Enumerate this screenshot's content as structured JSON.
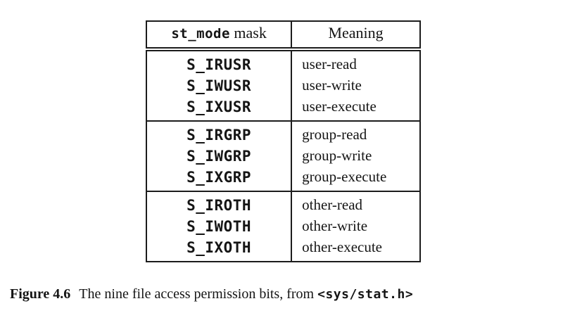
{
  "page": {
    "background_color": "#ffffff",
    "text_color": "#151515",
    "border_color": "#1c1c1c"
  },
  "table": {
    "header": {
      "mask_code": "st_mode",
      "mask_suffix": " mask",
      "meaning": "Meaning"
    },
    "groups": [
      {
        "rows": [
          {
            "mask": "S_IRUSR",
            "meaning": "user-read"
          },
          {
            "mask": "S_IWUSR",
            "meaning": "user-write"
          },
          {
            "mask": "S_IXUSR",
            "meaning": "user-execute"
          }
        ]
      },
      {
        "rows": [
          {
            "mask": "S_IRGRP",
            "meaning": "group-read"
          },
          {
            "mask": "S_IWGRP",
            "meaning": "group-write"
          },
          {
            "mask": "S_IXGRP",
            "meaning": "group-execute"
          }
        ]
      },
      {
        "rows": [
          {
            "mask": "S_IROTH",
            "meaning": "other-read"
          },
          {
            "mask": "S_IWOTH",
            "meaning": "other-write"
          },
          {
            "mask": "S_IXOTH",
            "meaning": "other-execute"
          }
        ]
      }
    ]
  },
  "caption": {
    "figure_label": "Figure 4.6",
    "text": "The nine file access permission bits, from ",
    "code_ref": "<sys/stat.h>"
  }
}
